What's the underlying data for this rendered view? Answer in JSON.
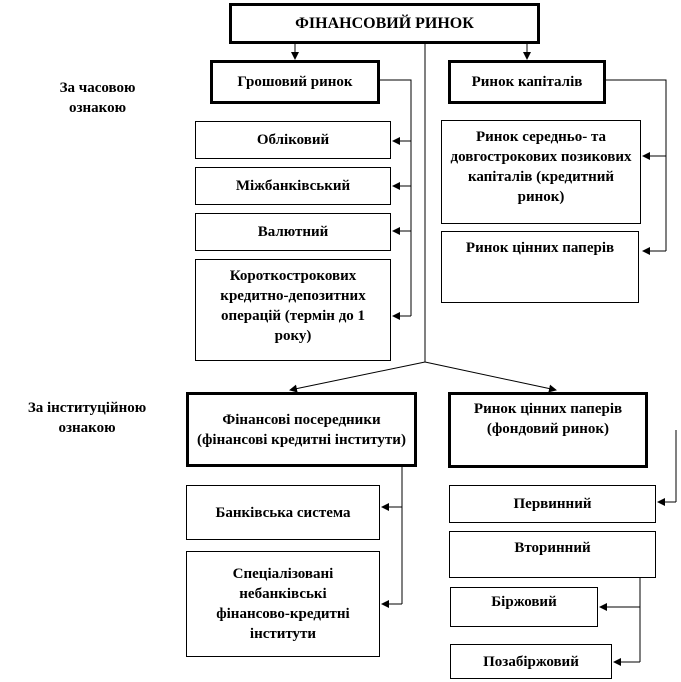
{
  "title": "ФІНАНСОВИЙ РИНОК",
  "criteria": {
    "time": "За часовою ознакою",
    "institutional": "За інституційною ознакою"
  },
  "time_branch": {
    "money_market": {
      "title": "Грошовий ринок",
      "items": [
        "Обліковий",
        "Міжбанківський",
        "Валютний",
        "Короткострокових кредитно-депозитних операцій (термін до 1 року)"
      ]
    },
    "capital_market": {
      "title": "Ринок капіталів",
      "items": [
        "Ринок середньо- та довгострокових позикових капіталів (кредитний ринок)",
        "Ринок цінних паперів"
      ]
    }
  },
  "institutional_branch": {
    "intermediaries": {
      "title": "Фінансові посередники (фінансові кредитні інститути)",
      "items": [
        "Банківська система",
        "Спеціалізовані небанківські фінансово-кредитні інститути"
      ]
    },
    "securities_market": {
      "title": "Ринок цінних паперів (фондовий ринок)",
      "items": [
        "Первинний",
        "Вторинний",
        "Біржовий",
        "Позабіржовий"
      ]
    }
  }
}
